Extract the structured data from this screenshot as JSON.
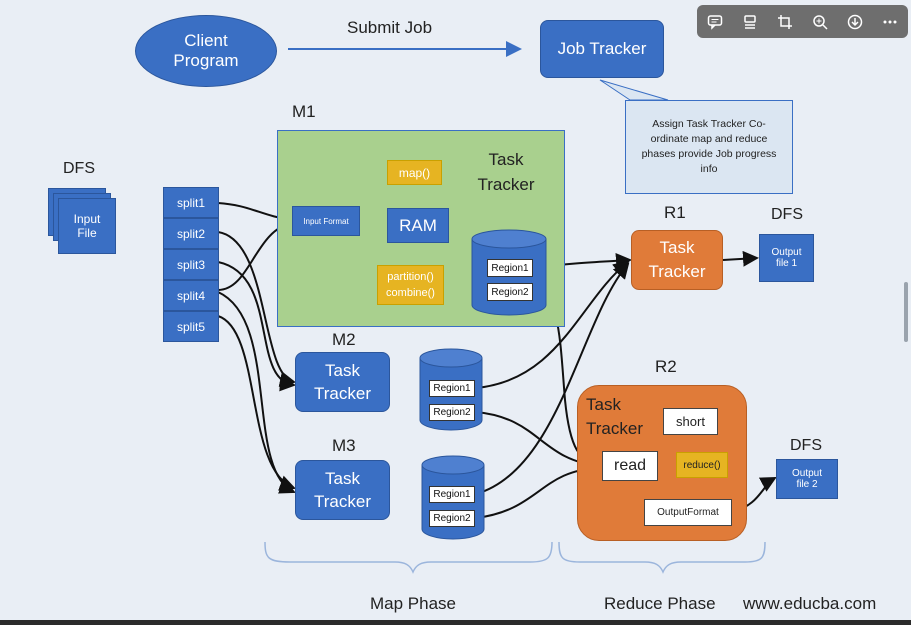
{
  "client": "Client\nProgram",
  "submit_job": "Submit Job",
  "job_tracker": "Job Tracker",
  "jt_note": "Assign Task Tracker Co-ordinate map and reduce phases provide Job progress info",
  "dfs_left": "DFS",
  "input_file": "Input\nFile",
  "splits": [
    "split1",
    "split2",
    "split3",
    "split4",
    "split5"
  ],
  "m1": {
    "label": "M1",
    "input_format": "Input Format",
    "map": "map()",
    "ram": "RAM",
    "task_tracker": "Task\nTracker",
    "partition": "partition()\ncombine()",
    "region1": "Region1",
    "region2": "Region2"
  },
  "m2": {
    "label": "M2",
    "task_tracker": "Task\nTracker",
    "region1": "Region1",
    "region2": "Region2"
  },
  "m3": {
    "label": "M3",
    "task_tracker": "Task\nTracker",
    "region1": "Region1",
    "region2": "Region2"
  },
  "r1": {
    "label": "R1",
    "task_tracker": "Task\nTracker",
    "dfs": "DFS",
    "output": "Output\nfile 1"
  },
  "r2": {
    "label": "R2",
    "task_tracker": "Task\nTracker",
    "short": "short",
    "read": "read",
    "reduce": "reduce()",
    "output_format": "OutputFormat",
    "dfs": "DFS",
    "output": "Output\nfile 2"
  },
  "map_phase": "Map Phase",
  "reduce_phase": "Reduce Phase",
  "watermark": "www.educba.com",
  "toolbar": [
    "comment-icon",
    "text-icon",
    "crop-icon",
    "zoom-in-icon",
    "download-icon",
    "more-icon"
  ]
}
